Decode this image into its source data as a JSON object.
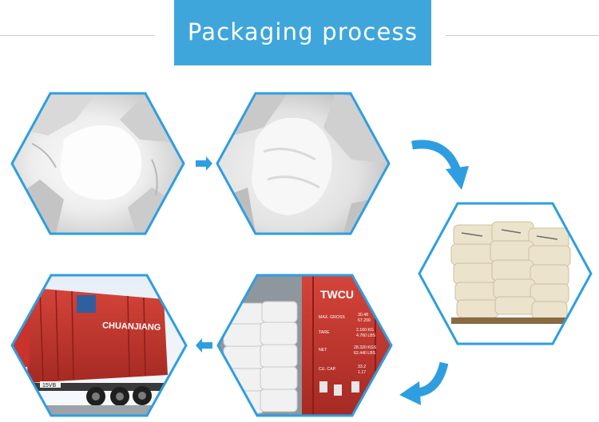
{
  "header": {
    "title": "Packaging process",
    "accent_color": "#3fa6dc",
    "divider_color": "#c9c9c9"
  },
  "steps": [
    {
      "id": "step-1",
      "content": "open-bag-powder-photo"
    },
    {
      "id": "step-2",
      "content": "inner-liner-bag-photo"
    },
    {
      "id": "step-3",
      "content": "stacked-bags-photo"
    },
    {
      "id": "step-4",
      "content": "loaded-container-photo"
    },
    {
      "id": "step-5",
      "content": "container-truck-photo"
    }
  ],
  "container_marks": {
    "prefix": "TWCU",
    "line_1": "MAX. GROSS",
    "line_1_values": "30.48",
    "line_1_values_b": "67.200",
    "line_2": "TARE",
    "line_2_values": "2.160 KG",
    "line_2_values_b": "4.760 LBS",
    "line_3": "NET",
    "line_3_values": "28.320 KGS",
    "line_3_values_b": "62.440 LBS",
    "line_4": "CU. CAP.",
    "line_4_values": "33.2",
    "line_4_values_b": "1.17"
  },
  "truck_marks": {
    "brand": "CHUANJIANG",
    "plate": "15VB"
  }
}
